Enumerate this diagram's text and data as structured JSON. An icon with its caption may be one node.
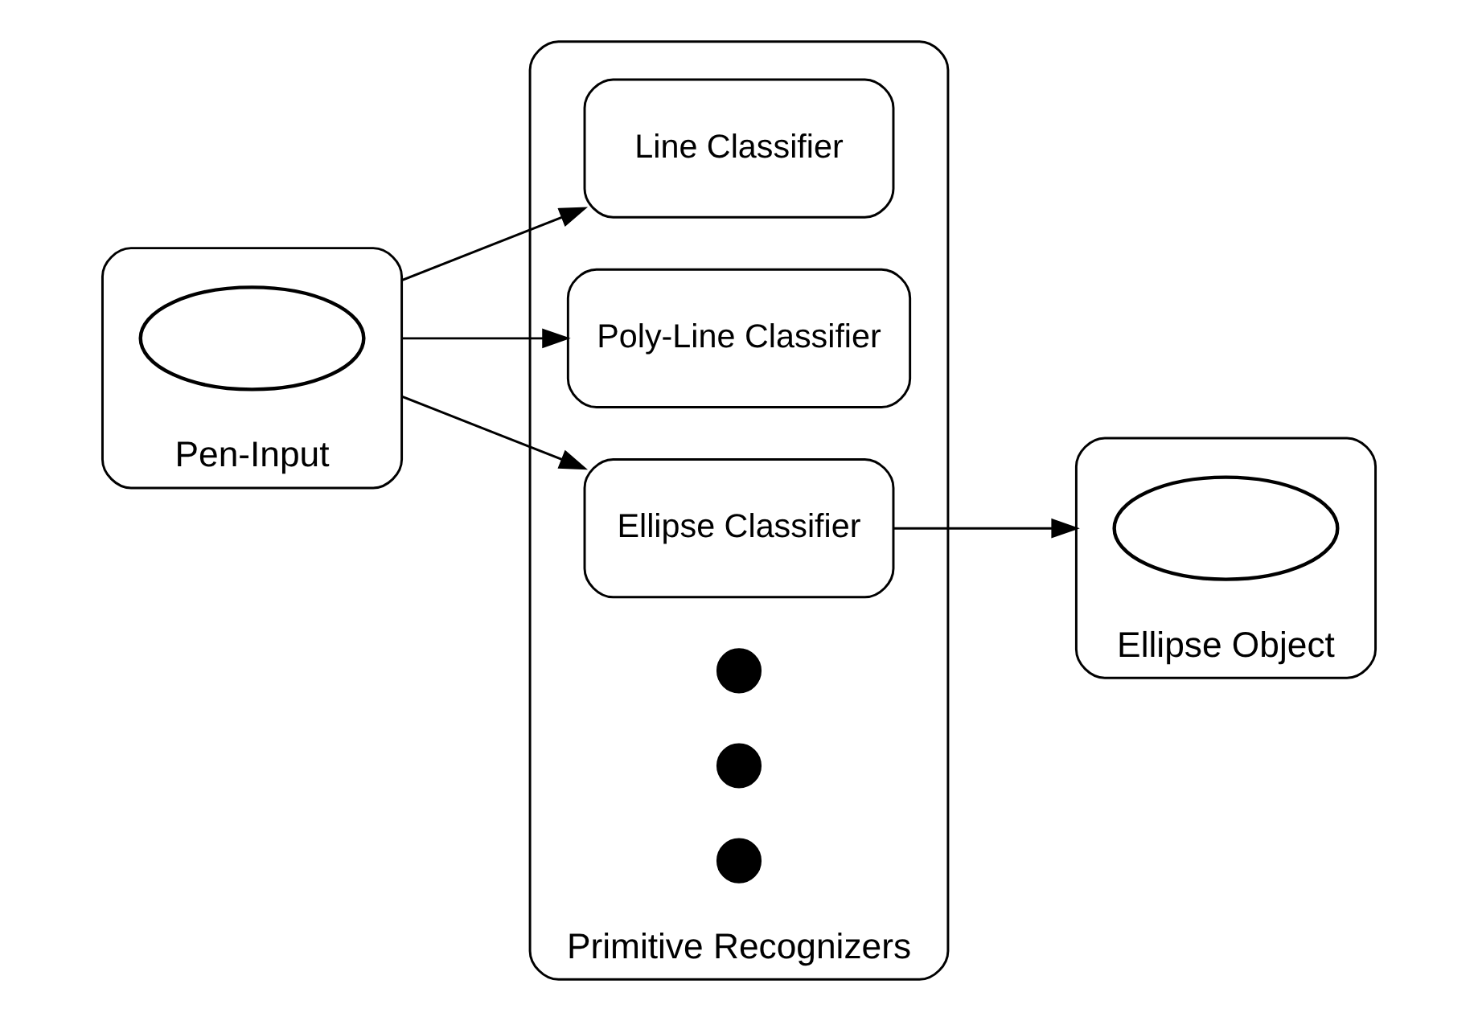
{
  "diagram": {
    "nodes": [
      {
        "text": [
          "Pen-Input"
        ]
      },
      {
        "text": [],
        "shape": "ellipse",
        "in": 0
      },
      {
        "text": [
          "Primitive Recognizers"
        ]
      },
      {
        "text": [
          "Line Classifier"
        ],
        "in": 2
      },
      {
        "text": [
          "Poly-Line Classifier"
        ],
        "in": 2
      },
      {
        "text": [
          "Ellipse Classifier"
        ],
        "in": 2
      },
      {
        "text": [],
        "shape": "circle",
        "in": 2
      },
      {
        "text": [],
        "shape": "circle",
        "in": 2
      },
      {
        "text": [],
        "shape": "circle",
        "in": 2
      },
      {
        "text": [
          "Ellipse Object"
        ]
      },
      {
        "text": [],
        "shape": "ellipse",
        "in": 9
      }
    ],
    "edges": [
      {
        "from": 0,
        "to": 3,
        "arrow": "to"
      },
      {
        "from": 0,
        "to": 4,
        "arrow": "to"
      },
      {
        "from": 0,
        "to": 5,
        "arrow": "to"
      },
      {
        "from": 5,
        "to": 9,
        "arrow": "to"
      }
    ]
  }
}
